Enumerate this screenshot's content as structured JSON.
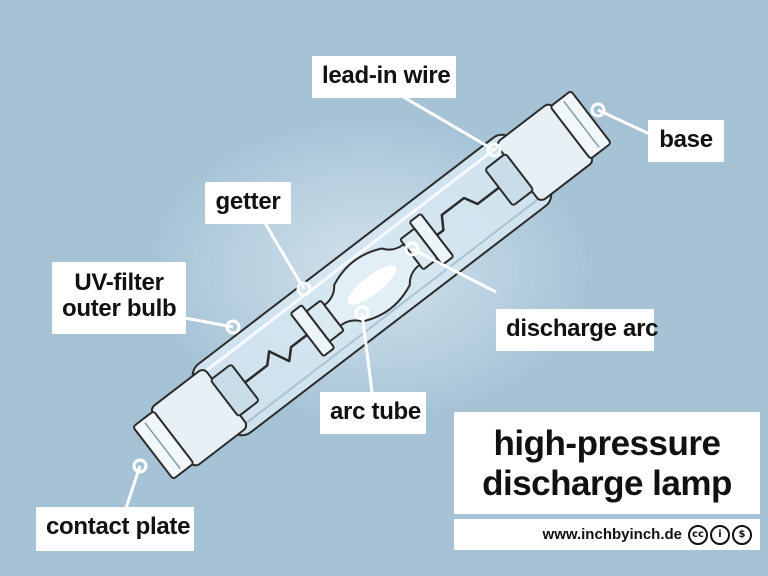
{
  "diagram": {
    "title_lines": [
      "high-pressure",
      "discharge lamp"
    ],
    "labels": {
      "lead_in_wire": "lead-in wire",
      "base": "base",
      "getter": "getter",
      "uv_filter_line1": "UV-filter",
      "uv_filter_line2": "outer bulb",
      "discharge_arc": "discharge arc",
      "arc_tube": "arc tube",
      "contact_plate": "contact plate"
    },
    "credit": "www.inchbyinch.de",
    "license_icons": [
      "cc-icon",
      "by-icon",
      "nc-icon"
    ],
    "license_glyphs": [
      "cc",
      "i",
      "$"
    ],
    "colors": {
      "background": "#a6c3d6",
      "label_bg": "#ffffff",
      "glass": "#d4e6ef",
      "outline": "#2b2b2b"
    }
  }
}
